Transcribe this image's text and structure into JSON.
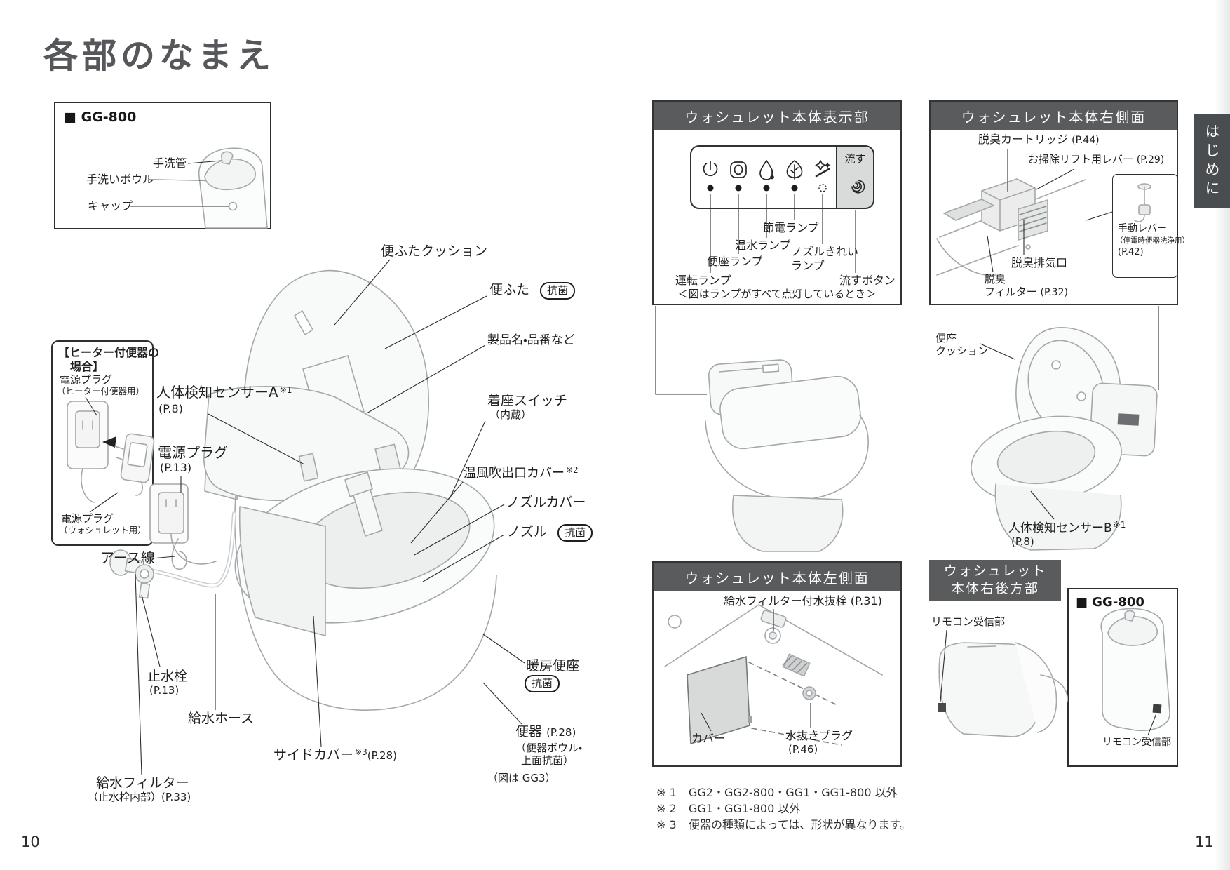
{
  "page": {
    "title": "各部のなまえ",
    "left_page_number": "10",
    "right_page_number": "11",
    "side_tab": "はじめに"
  },
  "badge": {
    "antibacterial": "抗菌"
  },
  "icons": {
    "power": "power-icon",
    "seat": "seat-lamp-icon",
    "warm_water": "water-drop-icon",
    "eco": "leaf-icon",
    "nozzle_clean": "sparkle-icon",
    "flush": "spiral-icon"
  },
  "gg800_left": {
    "heading": "■ GG-800",
    "hand_wash_spout": "手洗管",
    "hand_wash_bowl": "手洗いボウル",
    "cap": "キャップ"
  },
  "heater_box": {
    "title_line1": "【ヒーター付便器の",
    "title_line2": "場合】",
    "plug_top": "電源プラグ",
    "plug_top_sub": "（ヒーター付便器用）",
    "plug_bottom": "電源プラグ",
    "plug_bottom_sub": "（ウォシュレット用）"
  },
  "main_labels": {
    "lid_cushion": "便ふたクッション",
    "lid": "便ふた",
    "product_name": "製品名・品番など",
    "body_sensor_a": "人体検知センサーA",
    "body_sensor_a_ref": "※1",
    "body_sensor_a_page": "(P.8)",
    "power_plug": "電源プラグ",
    "power_plug_page": "(P.13)",
    "seat_switch": "着座スイッチ",
    "seat_switch_sub": "（内蔵）",
    "warm_air_outlet_cover": "温風吹出口カバー",
    "warm_air_outlet_cover_ref": "※2",
    "nozzle_cover": "ノズルカバー",
    "nozzle": "ノズル",
    "earth_wire": "アース線",
    "shutoff_valve": "止水栓",
    "shutoff_valve_page": "(P.13)",
    "supply_hose": "給水ホース",
    "heated_seat": "暖房便座",
    "toilet": "便器",
    "toilet_page": "(P.28)",
    "toilet_sub1": "（便器ボウル・",
    "toilet_sub2": "上面抗菌）",
    "side_cover": "サイドカバー",
    "side_cover_ref": "※3",
    "side_cover_page": "(P.28)",
    "supply_filter": "給水フィルター",
    "supply_filter_sub": "（止水栓内部）(P.33)",
    "figure_note": "（図は GG3）"
  },
  "display_panel": {
    "title": "ウォシュレット本体表示部",
    "flush_button": "流す",
    "lamp_drive": "運転ランプ",
    "lamp_seat": "便座ランプ",
    "lamp_warm_water": "温水ランプ",
    "lamp_eco": "節電ランプ",
    "lamp_nozzle_clean_1": "ノズルきれい",
    "lamp_nozzle_clean_2": "ランプ",
    "flush_button_label": "流すボタン",
    "caption": "＜図はランプがすべて点灯しているとき＞"
  },
  "right_side_panel": {
    "title": "ウォシュレット本体右側面",
    "deodorizing_cartridge": "脱臭カートリッジ",
    "deodorizing_cartridge_page": "(P.44)",
    "cleaning_lift_lever": "お掃除リフト用レバー",
    "cleaning_lift_lever_page": "(P.29)",
    "deodorizing_exhaust": "脱臭排気口",
    "manual_lever": "手動レバー",
    "manual_lever_sub": "（停電時便器洗浄用）",
    "manual_lever_page": "(P.42)",
    "deodorizing_filter_1": "脱臭",
    "deodorizing_filter_2": "フィルター",
    "deodorizing_filter_page": "(P.32)"
  },
  "middle_labels": {
    "seat_cushion_1": "便座",
    "seat_cushion_2": "クッション",
    "body_sensor_b": "人体検知センサーB",
    "body_sensor_b_ref": "※1",
    "body_sensor_b_page": "(P.8)"
  },
  "left_side_panel": {
    "title": "ウォシュレット本体左側面",
    "drain_valve": "給水フィルター付水抜栓 (P.31)",
    "cover": "カバー",
    "drain_plug": "水抜きプラグ",
    "drain_plug_page": "(P.46)"
  },
  "rear_panel": {
    "title_line1": "ウォシュレット",
    "title_line2": "本体右後方部",
    "remote_receiver": "リモコン受信部"
  },
  "gg800_right": {
    "heading": "■ GG-800",
    "remote_receiver": "リモコン受信部"
  },
  "footnotes": [
    {
      "mark": "※ 1",
      "text": "GG2・GG2-800・GG1・GG1-800 以外"
    },
    {
      "mark": "※ 2",
      "text": "GG1・GG1-800 以外"
    },
    {
      "mark": "※ 3",
      "text": "便器の種類によっては、形状が異なります。"
    }
  ]
}
